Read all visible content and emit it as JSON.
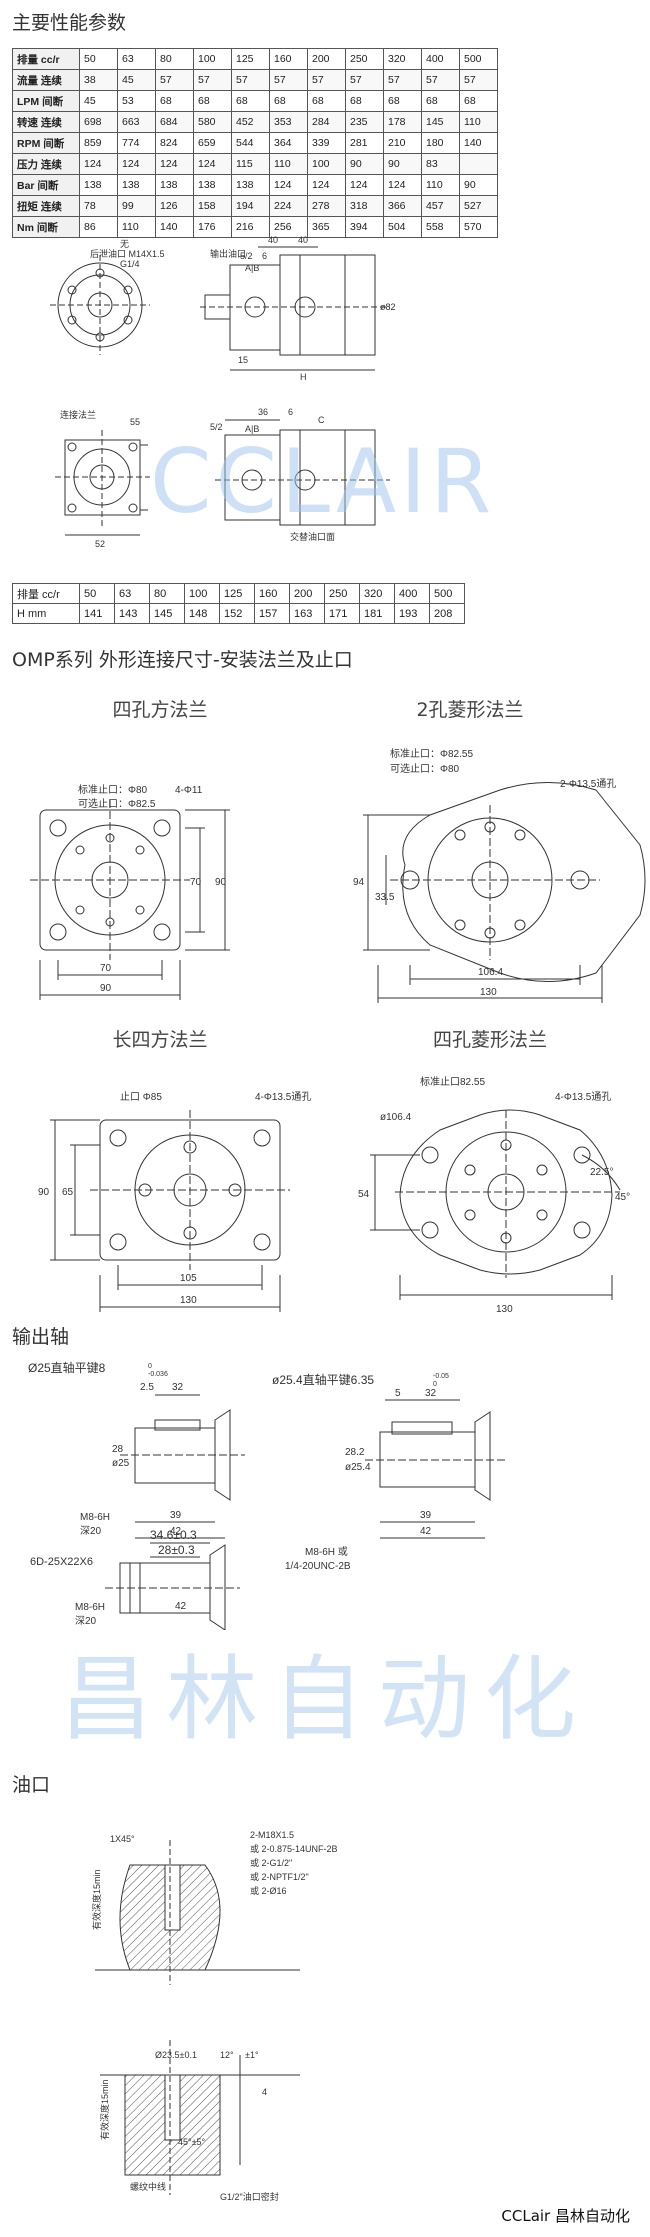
{
  "sections": {
    "performance_title": "主要性能参数",
    "omp_title": "OMP系列 外形连接尺寸-安装法兰及止口",
    "shaft_title": "输出轴",
    "port_title": "油口"
  },
  "performance_table": {
    "header": {
      "label": "排量 cc/r",
      "values": [
        "50",
        "63",
        "80",
        "100",
        "125",
        "160",
        "200",
        "250",
        "320",
        "400",
        "500"
      ]
    },
    "rows": [
      {
        "label": "流量 连续",
        "values": [
          "38",
          "45",
          "57",
          "57",
          "57",
          "57",
          "57",
          "57",
          "57",
          "57",
          "57"
        ]
      },
      {
        "label": "LPM 间断",
        "values": [
          "45",
          "53",
          "68",
          "68",
          "68",
          "68",
          "68",
          "68",
          "68",
          "68",
          "68"
        ]
      },
      {
        "label": "转速 连续",
        "values": [
          "698",
          "663",
          "684",
          "580",
          "452",
          "353",
          "284",
          "235",
          "178",
          "145",
          "110"
        ]
      },
      {
        "label": "RPM 间断",
        "values": [
          "859",
          "774",
          "824",
          "659",
          "544",
          "364",
          "339",
          "281",
          "210",
          "180",
          "140"
        ]
      },
      {
        "label": "压力 连续",
        "values": [
          "124",
          "124",
          "124",
          "124",
          "115",
          "110",
          "100",
          "90",
          "90",
          "83"
        ]
      },
      {
        "label": "Bar 间断",
        "values": [
          "138",
          "138",
          "138",
          "138",
          "138",
          "124",
          "124",
          "124",
          "124",
          "110",
          "90"
        ]
      },
      {
        "label": "扭矩 连续",
        "values": [
          "78",
          "99",
          "126",
          "158",
          "194",
          "224",
          "278",
          "318",
          "366",
          "457",
          "527"
        ]
      },
      {
        "label": "Nm 间断",
        "values": [
          "86",
          "110",
          "140",
          "176",
          "216",
          "256",
          "365",
          "394",
          "504",
          "558",
          "570"
        ]
      }
    ]
  },
  "h_table": {
    "header": {
      "label": "排量 cc/r",
      "values": [
        "50",
        "63",
        "80",
        "100",
        "125",
        "160",
        "200",
        "250",
        "320",
        "400",
        "500"
      ]
    },
    "row": {
      "label": "H mm",
      "values": [
        "141",
        "143",
        "145",
        "148",
        "152",
        "157",
        "163",
        "171",
        "181",
        "193",
        "208"
      ]
    }
  },
  "motor_drawing": {
    "labels": {
      "rear_port": "后泄油口 M14X1.5",
      "rear_port_alt": "G1/4",
      "no_label": "无",
      "drain_port": "输出油口",
      "dim_40a": "40",
      "dim_40b": "40",
      "dim_82": "ø82",
      "dim_h": "H",
      "dim_5_2": "5/2",
      "dim_6": "6",
      "port_ab": "A|B",
      "dim_15": "15",
      "flange_label": "连接法兰",
      "dim_55": "55",
      "dim_52": "52",
      "dim_36": "36",
      "dim_6b": "6",
      "dim_5_2b": "5/2",
      "port_ab2": "A|B",
      "port_c": "C",
      "cross_port": "交替油口面"
    }
  },
  "flanges": {
    "square4": {
      "caption": "四孔方法兰",
      "std_label": "标准止口：Φ80",
      "opt_label": "可选止口：Φ82.5",
      "hole_label": "4-Φ11",
      "dim_70_v": "70",
      "dim_90_v": "90",
      "dim_70_h": "70",
      "dim_90_h": "90"
    },
    "diamond2": {
      "caption": "2孔菱形法兰",
      "std_label": "标准止口：Φ82.55",
      "opt_label": "可选止口：Φ80",
      "hole_label": "2-Φ13.5通孔",
      "dim_94": "94",
      "dim_33_5": "33.5",
      "dim_106_4": "106.4",
      "dim_130": "130"
    },
    "long_square": {
      "caption": "长四方法兰",
      "std_label": "止口 Φ85",
      "hole_label": "4-Φ13.5通孔",
      "dim_90": "90",
      "dim_65": "65",
      "dim_105": "105",
      "dim_130": "130"
    },
    "diamond4": {
      "caption": "四孔菱形法兰",
      "std_label": "标准止口82.55",
      "hole_label": "4-Φ13.5通孔",
      "dim_106_4": "ø106.4",
      "dim_54": "54",
      "dim_22_5": "22.5°",
      "dim_45": "45°",
      "dim_130": "130"
    }
  },
  "shafts": {
    "s25": {
      "title": "Ø25直轴平键8",
      "tol": "-0.036",
      "tol_top": "0",
      "dim_2_5": "2.5",
      "dim_32": "32",
      "dim_28": "28",
      "dim_25": "ø25",
      "dim_39": "39",
      "dim_42": "42",
      "thread": "M8-6H",
      "depth": "深20"
    },
    "s25_4": {
      "title": "ø25.4直轴平键6.35",
      "tol": "0",
      "tol_top": "-0.05",
      "dim_5": "5",
      "dim_32": "32",
      "dim_28_2": "28.2",
      "dim_25_4": "ø25.4",
      "dim_39": "39",
      "dim_42": "42",
      "thread": "M8-6H 或",
      "thread_alt": "1/4-20UNC-2B"
    },
    "spline": {
      "title": "6D-25X22X6",
      "dim_34_6": "34.6±0.3",
      "dim_28": "28±0.3",
      "dim_42": "42",
      "thread": "M8-6H",
      "depth": "深20"
    }
  },
  "ports": {
    "top": {
      "chamfer": "1X45°",
      "depth": "有效深度15min",
      "line1": "2-M18X1.5",
      "line2": "或 2-0.875-14UNF-2B",
      "line3": "或 2-G1/2\"",
      "line4": "或 2-NPTF1/2\"",
      "line5": "或 2-Ø16"
    },
    "bottom": {
      "dim_diam": "Ø23.5±0.1",
      "dim_angle": "12°",
      "dim_tol": "±1°",
      "dim_4": "4",
      "angle_45": "45°±5°",
      "depth": "有效深度15min",
      "center": "螺纹中线",
      "seal": "G1/2\"油口密封"
    }
  },
  "watermarks": {
    "top": "CCLAIR",
    "middle": "昌林自动化"
  },
  "footer": "CCLair 昌林自动化",
  "colors": {
    "line": "#333333",
    "watermark": "#9cc3ec",
    "table_header": "#f1f1f1"
  }
}
